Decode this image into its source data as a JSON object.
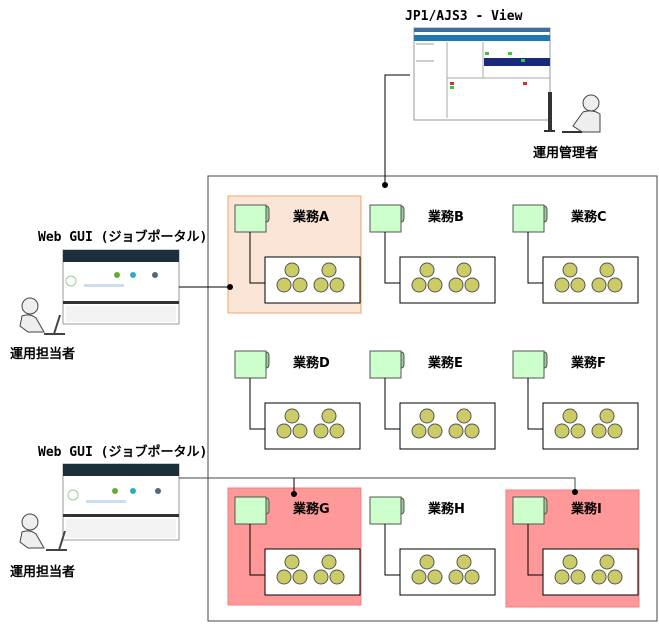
{
  "top_client": {
    "title": "JP1/AJS3 - View",
    "window_title": "JP1/AJS3 - View",
    "role": "運用管理者"
  },
  "web_clients": [
    {
      "title": "Web GUI (ジョブポータル)",
      "role": "運用担当者"
    },
    {
      "title": "Web GUI (ジョブポータル)",
      "role": "運用担当者"
    }
  ],
  "jobs": [
    {
      "label": "業務A",
      "highlight": "#fbe5d6",
      "border": "#f0a860"
    },
    {
      "label": "業務B"
    },
    {
      "label": "業務C"
    },
    {
      "label": "業務D"
    },
    {
      "label": "業務E"
    },
    {
      "label": "業務F"
    },
    {
      "label": "業務G",
      "highlight": "#ff9999",
      "border": "#f08080"
    },
    {
      "label": "業務H"
    },
    {
      "label": "業務I",
      "highlight": "#ff9999",
      "border": "#f08080"
    }
  ],
  "colors": {
    "jobnet_icon": "#ccffcc",
    "job_circle": "#cccc66",
    "frame": "#000000"
  }
}
